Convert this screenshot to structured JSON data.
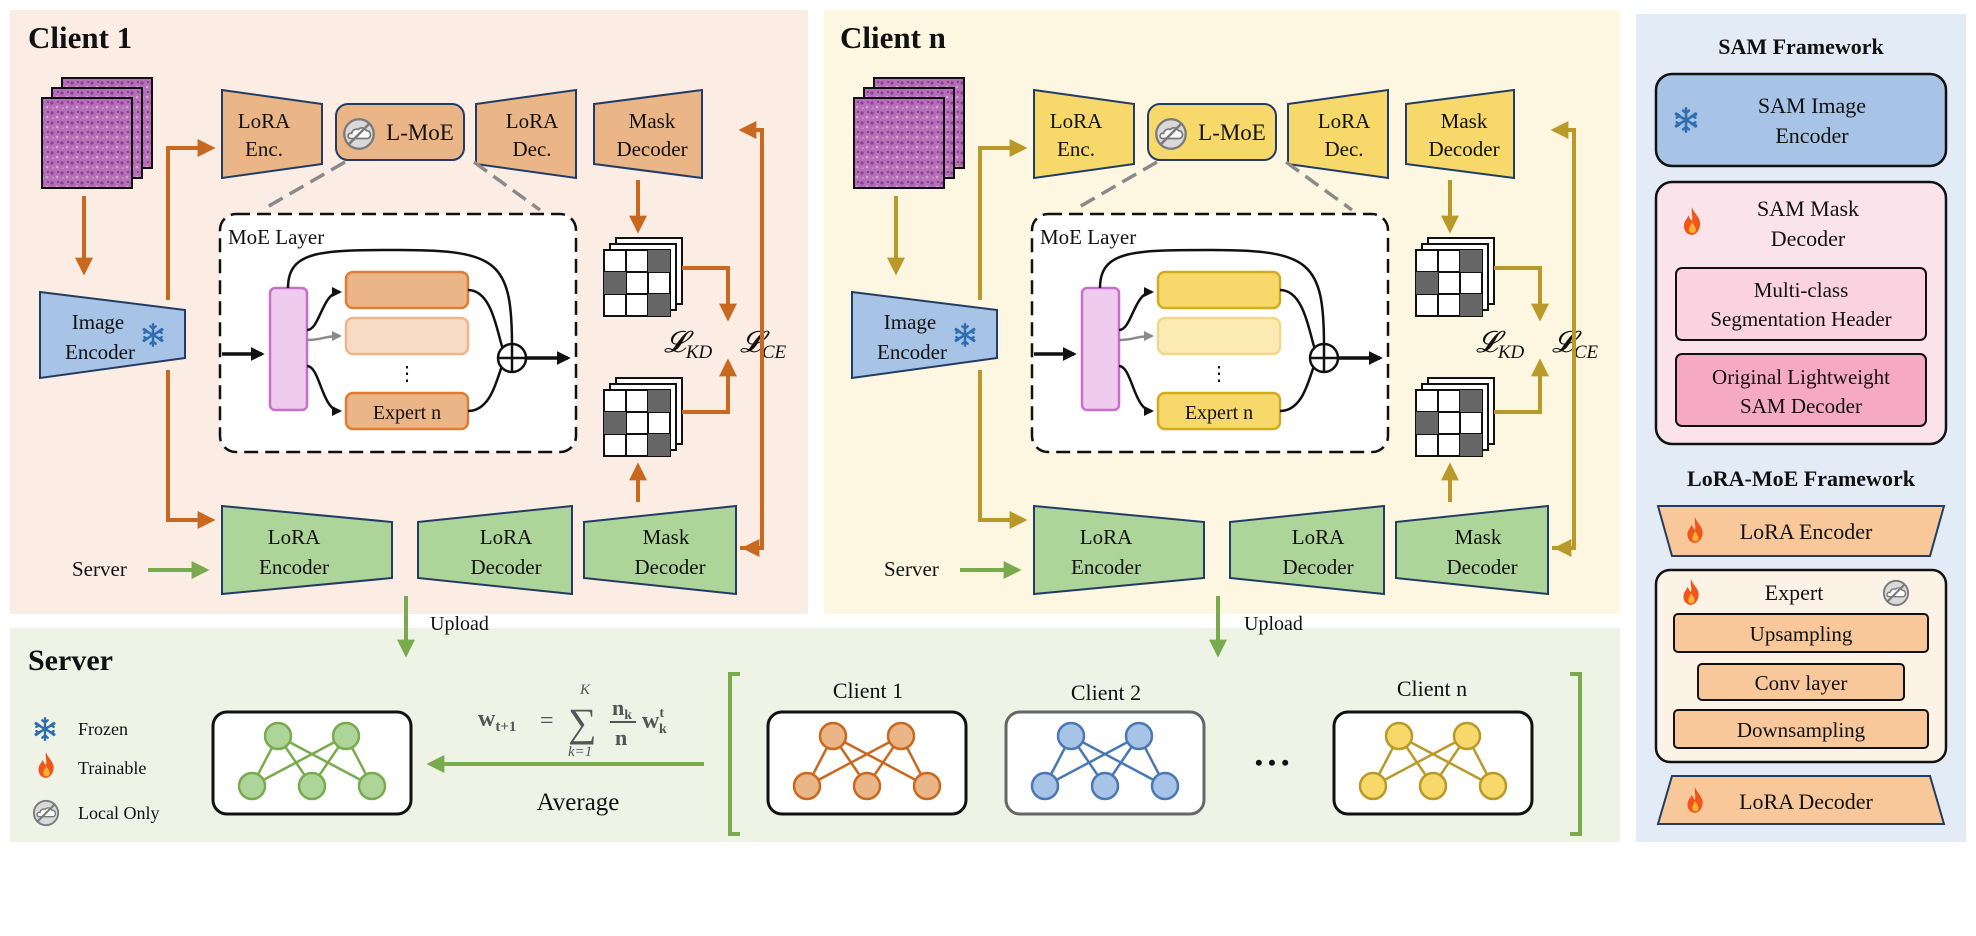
{
  "client1": {
    "title": "Client 1",
    "lora_enc_1": "LoRA",
    "lora_enc_2": "Enc.",
    "lmoe": "L-MoE",
    "lora_dec_1": "LoRA",
    "lora_dec_2": "Dec.",
    "mask_dec_1": "Mask",
    "mask_dec_2": "Decoder",
    "image_enc_1": "Image",
    "image_enc_2": "Encoder",
    "moe_layer": "MoE Layer",
    "expert_n": "Expert n",
    "dots": "⋮",
    "loss_kd": "𝓛",
    "loss_kd_sub": "KD",
    "loss_ce": "𝓛",
    "loss_ce_sub": "CE",
    "server_label": "Server",
    "lora_encoder_1": "LoRA",
    "lora_encoder_2": "Encoder",
    "lora_decoder_1": "LoRA",
    "lora_decoder_2": "Decoder",
    "mask_decoder_1": "Mask",
    "mask_decoder_2": "Decoder",
    "upload": "Upload"
  },
  "clientn": {
    "title": "Client n",
    "lora_enc_1": "LoRA",
    "lora_enc_2": "Enc.",
    "lmoe": "L-MoE",
    "lora_dec_1": "LoRA",
    "lora_dec_2": "Dec.",
    "mask_dec_1": "Mask",
    "mask_dec_2": "Decoder",
    "image_enc_1": "Image",
    "image_enc_2": "Encoder",
    "moe_layer": "MoE Layer",
    "expert_n": "Expert n",
    "dots": "⋮",
    "loss_kd": "𝓛",
    "loss_kd_sub": "KD",
    "loss_ce": "𝓛",
    "loss_ce_sub": "CE",
    "server_label": "Server",
    "lora_encoder_1": "LoRA",
    "lora_encoder_2": "Encoder",
    "lora_decoder_1": "LoRA",
    "lora_decoder_2": "Decoder",
    "mask_decoder_1": "Mask",
    "mask_decoder_2": "Decoder",
    "upload": "Upload"
  },
  "server": {
    "title": "Server",
    "legend_frozen": "Frozen",
    "legend_trainable": "Trainable",
    "legend_local": "Local Only",
    "formula_lhs": "w",
    "formula_lhs_sub": "t+1",
    "formula_eq": "=",
    "formula_sum": "∑",
    "formula_sum_top": "K",
    "formula_sum_bottom": "k=1",
    "formula_num": "n",
    "formula_num_sub": "k",
    "formula_den": "n",
    "formula_w": "w",
    "formula_w_sup": "t",
    "formula_w_sub": "k",
    "average": "Average",
    "client1": "Client 1",
    "client2": "Client 2",
    "clientn": "Client n",
    "ellipsis": "• • •"
  },
  "sam_panel": {
    "title": "SAM Framework",
    "image_encoder_1": "SAM Image",
    "image_encoder_2": "Encoder",
    "mask_decoder_1": "SAM Mask",
    "mask_decoder_2": "Decoder",
    "seg_header_1": "Multi-class",
    "seg_header_2": "Segmentation Header",
    "original_1": "Original Lightweight",
    "original_2": "SAM Decoder",
    "lora_moe_title": "LoRA-MoE Framework",
    "lora_encoder": "LoRA Encoder",
    "expert": "Expert",
    "upsampling": "Upsampling",
    "conv_layer": "Conv layer",
    "downsampling": "Downsampling",
    "lora_decoder": "LoRA Decoder"
  },
  "colors": {
    "client1_bg": "#fbece4",
    "clientn_bg": "#fdf6e0",
    "server_bg": "#eef3e6",
    "sam_bg": "#e3ecf6",
    "orange_fill": "#eab587",
    "orange_line": "#c8691f",
    "yellow_fill": "#f7d96b",
    "yellow_line": "#b99a28",
    "green_fill": "#add59a",
    "green_line": "#79ab4e",
    "blue_fill": "#a7c4e6",
    "blue_line": "#4a78b5",
    "pink_fill": "#fbd3e0",
    "pink_dark": "#f6a9c3",
    "purple_fill": "#efcbee",
    "purple_line": "#c86fcb"
  }
}
